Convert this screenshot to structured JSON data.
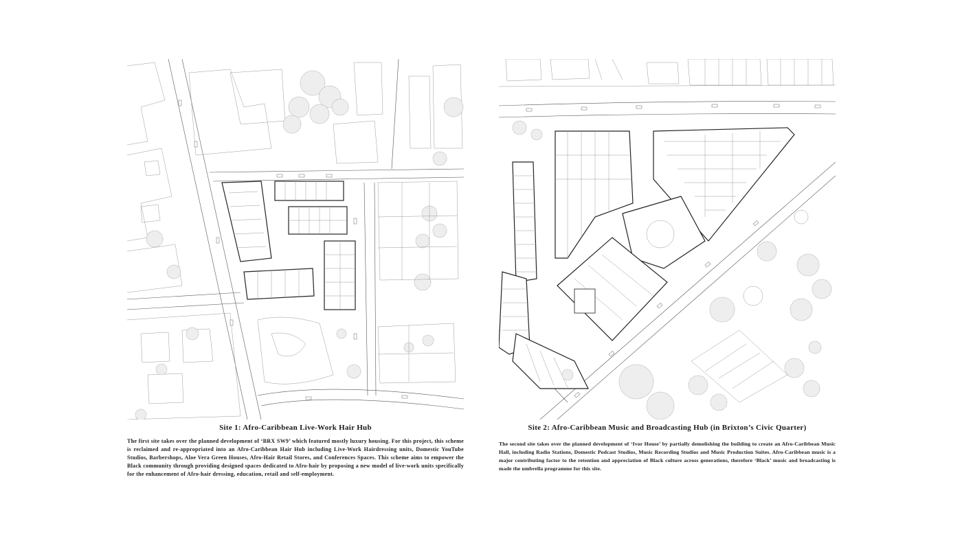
{
  "sites": [
    {
      "title": "Site 1: Afro-Caribbean Live-Work Hair Hub",
      "description": "The first site takes over the planned development of ‘BRX SW9’ which featured mostly luxury housing. For this project, this scheme is reclaimed and re-appropriated into an Afro-Caribbean Hair Hub including Live-Work Hairdressing units, Domestic YouTube Studios, Barbershops, Aloe Vera Green Houses, Afro-Hair Retail Stores, and Conferences Spaces. This scheme aims to empower the Black community through providing designed spaces dedicated to Afro-hair by proposing a new model of live-work units specifically for the enhancement of Afro-hair dressing, education, retail and self-employment."
    },
    {
      "title": "Site 2: Afro-Caribbean Music and Broadcasting Hub (in Brixton’s Civic Quarter)",
      "description": "The second site takes over the planned development of ‘Ivor House’ by partially demolishing the building to create an Afro-Caribbean Music Hall, including Radio Stations, Domestic Podcast Studios, Music Recording Studios and Music Production Suites. Afro-Caribbean music is a major contributing factor to the retention and appreciation of Black culture across generations, therefore ‘Black’ music and broadcasting is made the umbrella programme for this site."
    }
  ]
}
